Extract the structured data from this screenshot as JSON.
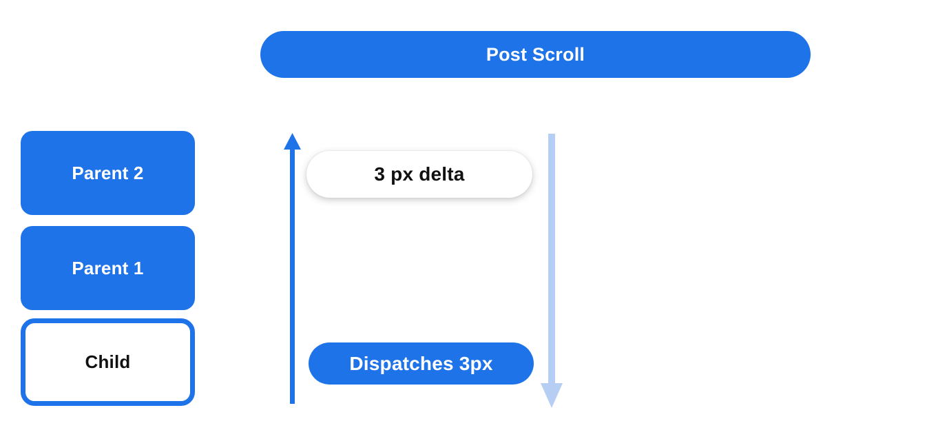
{
  "diagram": {
    "title_pill": {
      "label": "Post Scroll"
    },
    "hierarchy": [
      {
        "label": "Parent 2",
        "variant": "filled"
      },
      {
        "label": "Parent 1",
        "variant": "filled"
      },
      {
        "label": "Child",
        "variant": "outlined"
      }
    ],
    "flow": {
      "delta_pill": {
        "label": "3 px delta"
      },
      "dispatch_pill": {
        "label": "Dispatches 3px"
      },
      "up_arrow_direction": "up",
      "down_arrow_direction": "down"
    },
    "colors": {
      "primary_blue": "#1e73e8",
      "light_blue": "#b6cdf4",
      "pill_white": "#ffffff",
      "text_dark": "#111111",
      "text_light": "#ffffff"
    }
  }
}
